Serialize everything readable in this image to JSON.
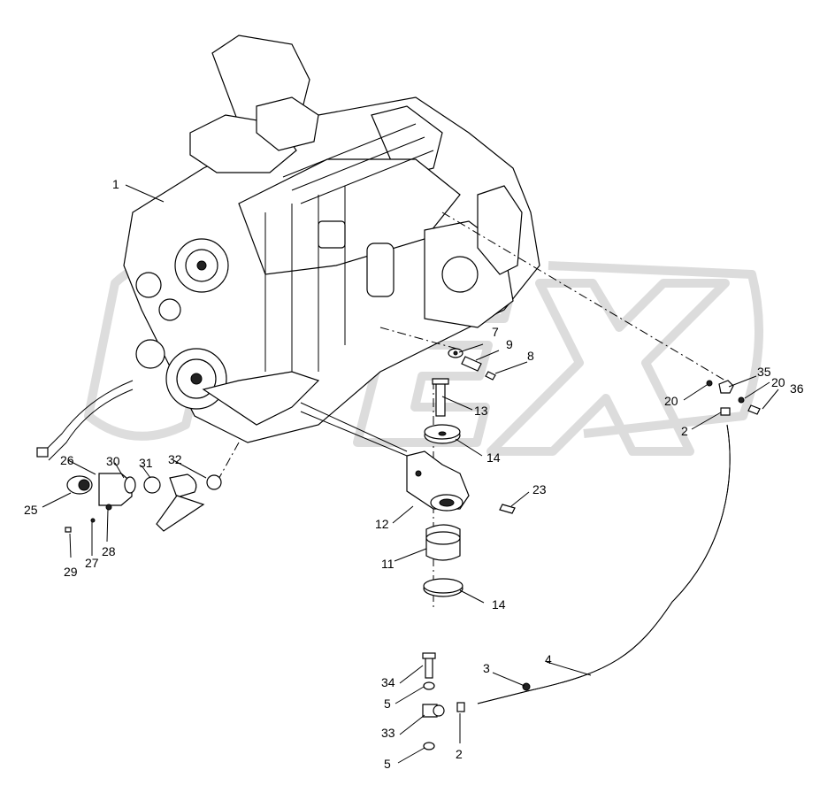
{
  "diagram": {
    "callouts": [
      {
        "id": "c1",
        "text": "1"
      },
      {
        "id": "c2a",
        "text": "2"
      },
      {
        "id": "c2b",
        "text": "2"
      },
      {
        "id": "c3",
        "text": "3"
      },
      {
        "id": "c4",
        "text": "4"
      },
      {
        "id": "c5a",
        "text": "5"
      },
      {
        "id": "c5b",
        "text": "5"
      },
      {
        "id": "c7",
        "text": "7"
      },
      {
        "id": "c8",
        "text": "8"
      },
      {
        "id": "c9",
        "text": "9"
      },
      {
        "id": "c11",
        "text": "11"
      },
      {
        "id": "c12",
        "text": "12"
      },
      {
        "id": "c13",
        "text": "13"
      },
      {
        "id": "c14a",
        "text": "14"
      },
      {
        "id": "c14b",
        "text": "14"
      },
      {
        "id": "c20a",
        "text": "20"
      },
      {
        "id": "c20b",
        "text": "20"
      },
      {
        "id": "c23",
        "text": "23"
      },
      {
        "id": "c25",
        "text": "25"
      },
      {
        "id": "c26",
        "text": "26"
      },
      {
        "id": "c27",
        "text": "27"
      },
      {
        "id": "c28",
        "text": "28"
      },
      {
        "id": "c29",
        "text": "29"
      },
      {
        "id": "c30",
        "text": "30"
      },
      {
        "id": "c31",
        "text": "31"
      },
      {
        "id": "c32",
        "text": "32"
      },
      {
        "id": "c33",
        "text": "33"
      },
      {
        "id": "c34",
        "text": "34"
      },
      {
        "id": "c35",
        "text": "35"
      },
      {
        "id": "c36",
        "text": "36"
      }
    ],
    "watermark": "OPEX"
  }
}
